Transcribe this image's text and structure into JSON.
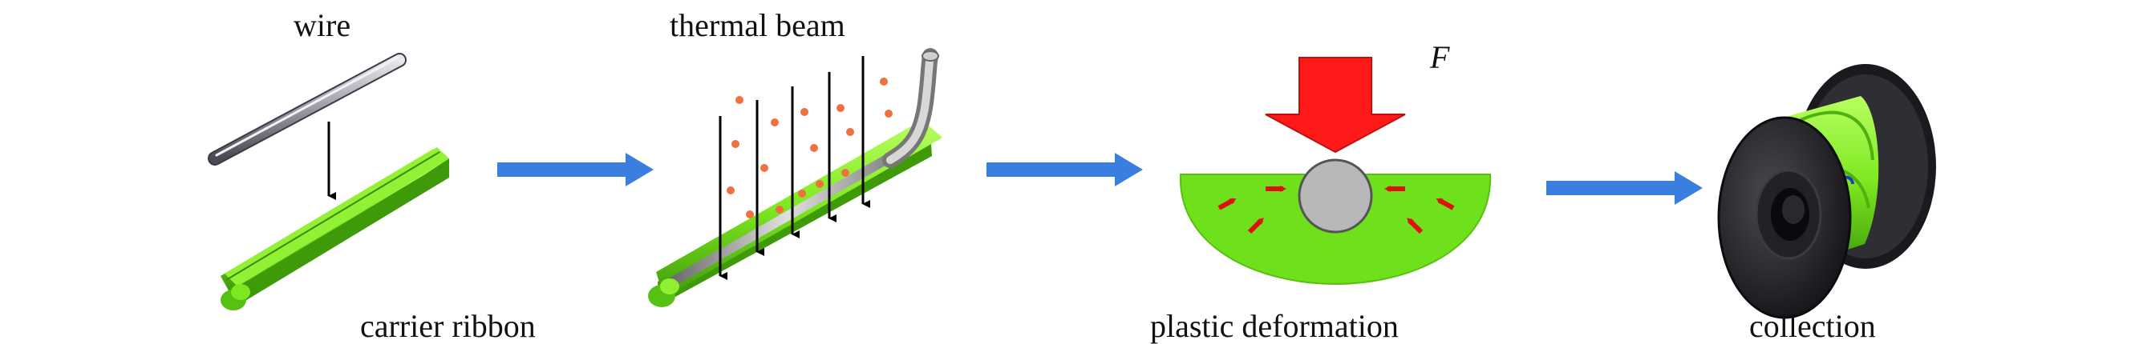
{
  "labels": {
    "wire": "wire",
    "thermal_beam": "thermal beam",
    "force": "F",
    "carrier_ribbon": "carrier ribbon",
    "plastic_deformation": "plastic deformation",
    "collection": "collection"
  },
  "colors": {
    "ribbon_green": "#7de820",
    "ribbon_dark": "#4fb010",
    "process_arrow": "#3a7fe0",
    "force_arrow": "#ff1a1a",
    "particle": "#f07040",
    "wire_gray": "#a8a8b0",
    "spool_black": "#1e1e22"
  },
  "icons": [
    "wire-rod-icon",
    "carrier-ribbon-icon",
    "thermal-beam-arrow-icon",
    "force-arrow-icon",
    "spool-icon",
    "process-arrow-icon"
  ]
}
